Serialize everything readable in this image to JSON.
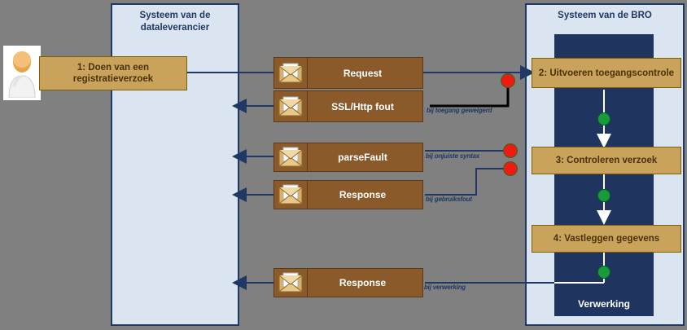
{
  "diagram": {
    "title": "Registratieverzoek procesdiagram",
    "background_color": "#808080",
    "lane_fill": "#dbe5f1",
    "lane_border": "#1f3864",
    "process_fill": "#c9a35c",
    "process_border": "#7f6000",
    "message_fill": "#8a5a2b",
    "message_border": "#5c3a16",
    "band_fill": "#1f3560",
    "dot_red": "#ee1b12",
    "dot_green": "#179c3c",
    "arrow_color": "#1f3864"
  },
  "lanes": [
    {
      "id": "dataleverancier",
      "title": "Systeem van de\ndataleverancier",
      "title_line1": "Systeem van de",
      "title_line2": "dataleverancier"
    },
    {
      "id": "bro",
      "title": "Systeem van de BRO",
      "title_line1": "Systeem van de BRO",
      "title_line2": ""
    }
  ],
  "actor": {
    "name": "dataleverancier-actor",
    "icon": "person-icon"
  },
  "process_steps": [
    {
      "id": "step1",
      "label_line1": "1: Doen van een",
      "label_line2": "registratieverzoek",
      "lane": "dataleverancier"
    },
    {
      "id": "step2",
      "label_line1": "2: Uitvoeren toegangscontrole",
      "label_line2": "",
      "lane": "bro"
    },
    {
      "id": "step3",
      "label_line1": "3:  Controleren verzoek",
      "label_line2": "",
      "lane": "bro"
    },
    {
      "id": "step4",
      "label_line1": "4: Vastleggen gegevens",
      "label_line2": "",
      "lane": "bro"
    }
  ],
  "band": {
    "label": "Verwerking"
  },
  "messages": [
    {
      "id": "msg-request-top",
      "label": "Request",
      "icon": "envelope-icon"
    },
    {
      "id": "msg-ssl-http-fout",
      "label": "SSL/Http fout",
      "icon": "envelope-icon"
    },
    {
      "id": "msg-parsefault",
      "label": "parseFault",
      "icon": "envelope-icon"
    },
    {
      "id": "msg-response-mid",
      "label": "Response",
      "icon": "envelope-icon"
    },
    {
      "id": "msg-response-bottom",
      "label": "Response",
      "icon": "envelope-icon"
    }
  ],
  "annotations": [
    {
      "id": "anno-toegang",
      "text": "bij toegang geweigerd"
    },
    {
      "id": "anno-parsefault",
      "text": "bij onjuiste syntax"
    },
    {
      "id": "anno-gebruikfout",
      "text": "bij gebruiksfout"
    },
    {
      "id": "anno-verwerking",
      "text": "bij verwerking"
    }
  ],
  "connector_dots": [
    {
      "id": "dot-red-toegang",
      "type": "red"
    },
    {
      "id": "dot-red-syntax",
      "type": "red"
    },
    {
      "id": "dot-red-gebruik",
      "type": "red"
    },
    {
      "id": "dot-green-na-toegang",
      "type": "green"
    },
    {
      "id": "dot-green-na-controle",
      "type": "green"
    },
    {
      "id": "dot-green-na-vastleggen",
      "type": "green"
    }
  ]
}
